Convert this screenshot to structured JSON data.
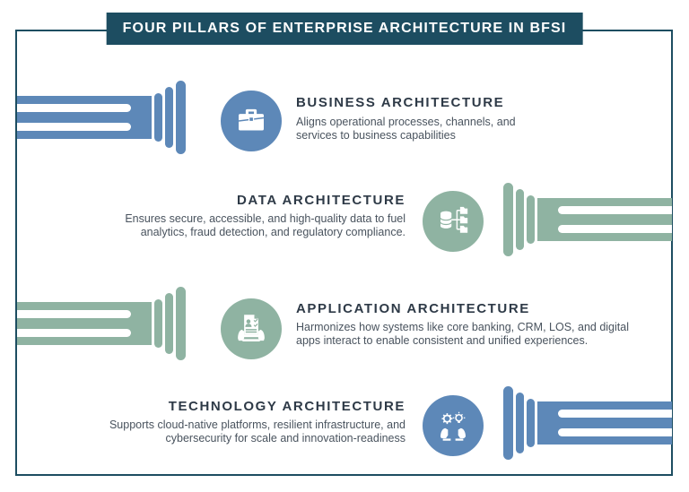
{
  "title": "FOUR PILLARS OF ENTERPRISE ARCHITECTURE IN BFSI",
  "colors": {
    "frame": "#1d4d61",
    "banner_bg": "#1d4d61",
    "banner_text": "#ffffff",
    "blue_pillar": "#5d88b8",
    "green_pillar": "#8fb3a2",
    "heading_text": "#2e3a47",
    "body_text": "#49535e",
    "background": "#ffffff"
  },
  "pillars": [
    {
      "id": "business",
      "heading": "BUSINESS ARCHITECTURE",
      "description": "Aligns operational processes, channels, and services to business capabilities",
      "icon": "briefcase-icon",
      "pillar_side": "left",
      "accent": "#5d88b8",
      "text_align": "left"
    },
    {
      "id": "data",
      "heading": "DATA ARCHITECTURE",
      "description": "Ensures secure, accessible, and high-quality data to fuel analytics, fraud detection, and regulatory compliance.",
      "icon": "database-flow-icon",
      "pillar_side": "right",
      "accent": "#8fb3a2",
      "text_align": "right"
    },
    {
      "id": "application",
      "heading": "APPLICATION ARCHITECTURE",
      "description": "Harmonizes how systems like core banking, CRM, LOS, and digital apps interact to enable consistent and unified experiences.",
      "icon": "application-form-icon",
      "pillar_side": "left",
      "accent": "#8fb3a2",
      "text_align": "left"
    },
    {
      "id": "technology",
      "heading": "TECHNOLOGY ARCHITECTURE",
      "description": "Supports cloud-native platforms, resilient infrastructure, and cybersecurity for scale and innovation-readiness",
      "icon": "hands-gear-bulb-icon",
      "pillar_side": "right",
      "accent": "#5d88b8",
      "text_align": "right"
    }
  ]
}
